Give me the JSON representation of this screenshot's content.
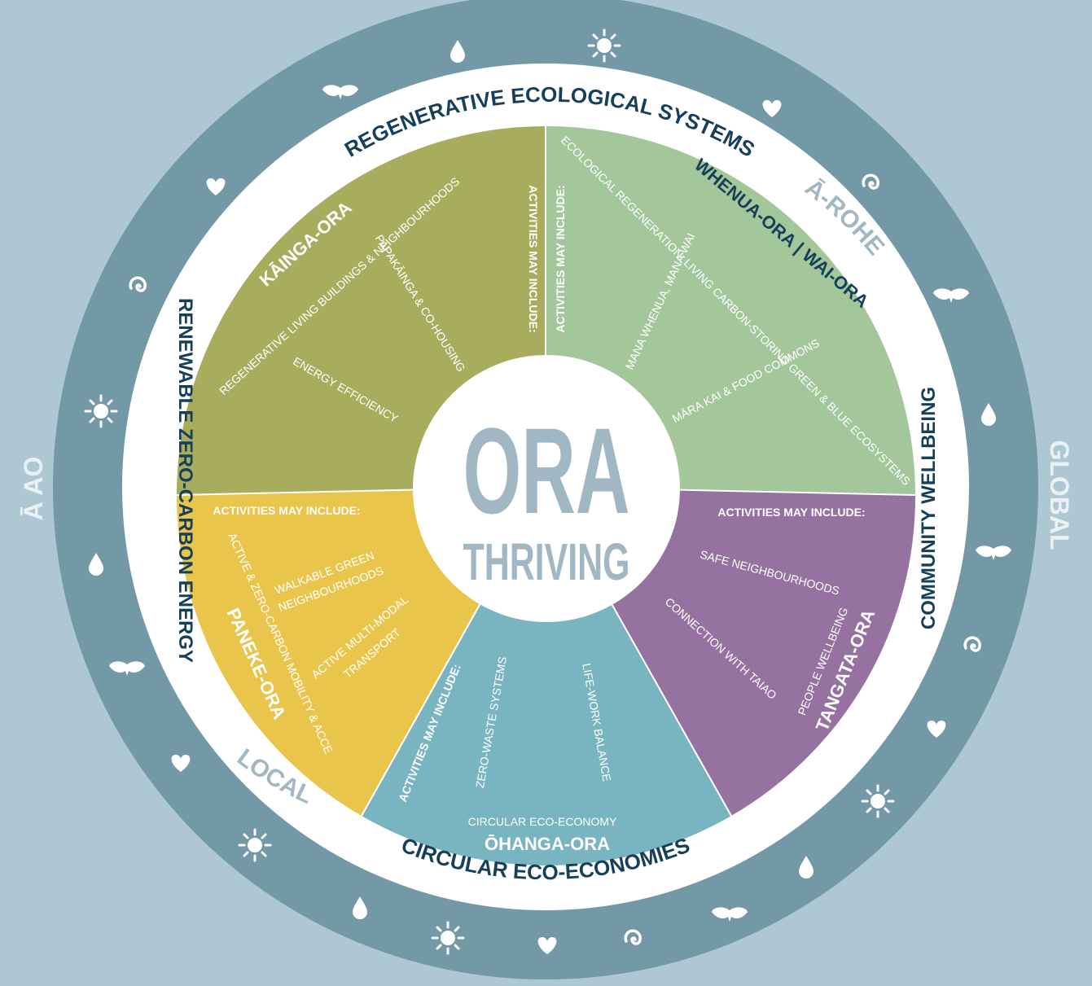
{
  "colors": {
    "background": "#adc7d3",
    "outer_ring": "#7499a6",
    "white_ring": "#ffffff",
    "kainga": "#a8ad5e",
    "whenua": "#a3c69b",
    "tangata": "#95729f",
    "ohanga": "#79b4c1",
    "paneke": "#e9c54c",
    "navy": "#163f5a",
    "grey_text": "#a1b8c4"
  },
  "scale_labels": {
    "a_ao": "Ā AO",
    "global": "GLOBAL",
    "a_rohe": "Ā-ROHE",
    "local": "LOCAL"
  },
  "ring_labels": {
    "top": "REGENERATIVE ECOLOGICAL SYSTEMS",
    "right": "COMMUNITY WELLBEING",
    "bottom": "CIRCULAR ECO-ECONOMIES",
    "left": "RENEWABLE ZERO-CARBON ENERGY"
  },
  "center": {
    "title": "ORA",
    "subtitle": "THRIVING"
  },
  "segments": {
    "kainga": {
      "name": "KĀINGA-ORA",
      "theme": "REGENERATIVE LIVING BUILDINGS & NEIGHBOURHOODS",
      "activities_heading": "ACTIVITIES MAY INCLUDE:",
      "activities": [
        "PAPAKĀINGA & CO-HOUSING",
        "ENERGY EFFICIENCY"
      ]
    },
    "whenua": {
      "name": "WHENUA-ORA | WAI-ORA",
      "theme": "ECOLOGICAL REGENERATION: LIVING CARBON-STORING GREEN & BLUE ECOSYSTEMS",
      "activities_heading": "ACTIVITIES MAY INCLUDE:",
      "activities": [
        "MANA WHENUA, MANA WAI",
        "MĀRA KAI & FOOD COMMONS"
      ]
    },
    "tangata": {
      "name": "TANGATA-ORA",
      "theme": "PEOPLE WELLBEING",
      "activities_heading": "ACTIVITIES MAY INCLUDE:",
      "activities": [
        "SAFE NEIGHBOURHOODS",
        "CONNECTION WITH TAIAO"
      ]
    },
    "ohanga": {
      "name": "ŌHANGA-ORA",
      "theme": "CIRCULAR ECO-ECONOMY",
      "activities_heading": "ACTIVITIES MAY INCLUDE:",
      "activities": [
        "ZERO-WASTE SYSTEMS",
        "LIFE-WORK BALANCE"
      ]
    },
    "paneke": {
      "name": "PANEKE-ORA",
      "theme": "ACTIVE & ZERO-CARBON MOBILITY & ACCE",
      "activities_heading": "ACTIVITIES MAY INCLUDE:",
      "activities": [
        "WALKABLE GREEN",
        "NEIGHBOURHOODS",
        "ACTIVE MULTI-MODAL",
        "TRANSPORT"
      ]
    }
  },
  "ring_icons": [
    "drop-icon",
    "sun-icon",
    "heart-icon",
    "spiral-icon",
    "moth-icon"
  ]
}
